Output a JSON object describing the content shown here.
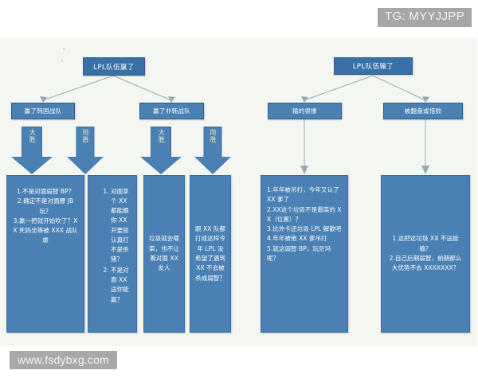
{
  "tg_tag": "TG: MYYJJPP",
  "watermark": "www.fsdybxg.com",
  "colors": {
    "node_fill": "#4a80b4",
    "node_head_fill": "#3a70a8",
    "node_border": "#2f5c88",
    "canvas_bg": "#f4f7f1",
    "arrow_label": "#f6f0c8",
    "connector": "#9aa8b5",
    "tag_bg": "#a6a6a6"
  },
  "flowchart": {
    "roots": [
      {
        "id": "root-win",
        "label": "LPL队伍赢了"
      },
      {
        "id": "root-lose",
        "label": "LPL队伍输了"
      }
    ],
    "mid_nodes": [
      {
        "id": "mid-beat-korean",
        "label": "赢了韩国战队"
      },
      {
        "id": "mid-beat-nonkorean",
        "label": "赢了非韩战队"
      },
      {
        "id": "mid-lost-badly",
        "label": "输的很惨"
      },
      {
        "id": "mid-comeback-or-close",
        "label": "被翻盘或惜败"
      }
    ],
    "arrows": [
      {
        "id": "arrow-big-win-1",
        "label": "大胜"
      },
      {
        "id": "arrow-close-win-1",
        "label": "险胜"
      },
      {
        "id": "arrow-big-win-2",
        "label": "大胜"
      },
      {
        "id": "arrow-close-win-2",
        "label": "险胜"
      }
    ],
    "comment_boxes": [
      {
        "id": "comments-big-win-korean",
        "numbered": false,
        "lines": [
          "1.不是对面弱智 BP？",
          "2.确定不是对面膘 JB 玩？",
          "3.赢一把就开始吹了？XX 死妈坐等被 XXX 战队虐"
        ]
      },
      {
        "id": "comments-close-win-korean",
        "numbered": true,
        "items": [
          "对面拿个 XX 都能跟你 XX 开要是认真打不是杀猪？",
          "不是对面 XX 送你能赢？"
        ]
      },
      {
        "id": "comments-big-win-nonkorean",
        "numbered": false,
        "lines": [
          "垃圾就会嚯菜，也不让着对面 XX 友人"
        ]
      },
      {
        "id": "comments-close-win-nonkorean",
        "numbered": false,
        "lines": [
          "跟 XX 队都打成这样今年 LPL 没希望了遇到 XX 不会被杀成弱智？"
        ]
      },
      {
        "id": "comments-lost-badly",
        "numbered": false,
        "lines": [
          "1.年年被吊打，今年又认了 XX 爹了",
          "2.XX这个垃圾不是最菜的 XX（位置）？",
          "3.比外卡还垃圾 LPL 解散吧",
          "4.年年被他 XX 爹吊打",
          "5.就这弱智 BP，玩尼玛呢？"
        ]
      },
      {
        "id": "comments-comeback",
        "numbered": false,
        "lines": [
          "1.这把这垃圾 XX 不送能输？",
          "2.自己后期弱智，前期那么大优势不去 XXXXXXX？"
        ]
      }
    ]
  }
}
